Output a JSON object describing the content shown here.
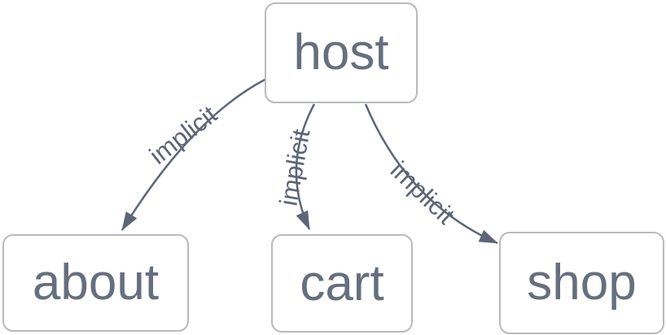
{
  "diagram": {
    "type": "directed-graph",
    "nodes": [
      {
        "id": "host",
        "label": "host"
      },
      {
        "id": "about",
        "label": "about"
      },
      {
        "id": "cart",
        "label": "cart"
      },
      {
        "id": "shop",
        "label": "shop"
      }
    ],
    "edges": [
      {
        "from": "host",
        "to": "about",
        "label": "implicit"
      },
      {
        "from": "host",
        "to": "cart",
        "label": "implicit"
      },
      {
        "from": "host",
        "to": "shop",
        "label": "implicit"
      }
    ],
    "colors": {
      "canvas_bg": "#ffffff",
      "node_bg": "#ffffff",
      "node_border": "#b9babc",
      "node_text": "#666f7e",
      "edge": "#5d6678",
      "edge_label_text": "#5d6678"
    }
  }
}
